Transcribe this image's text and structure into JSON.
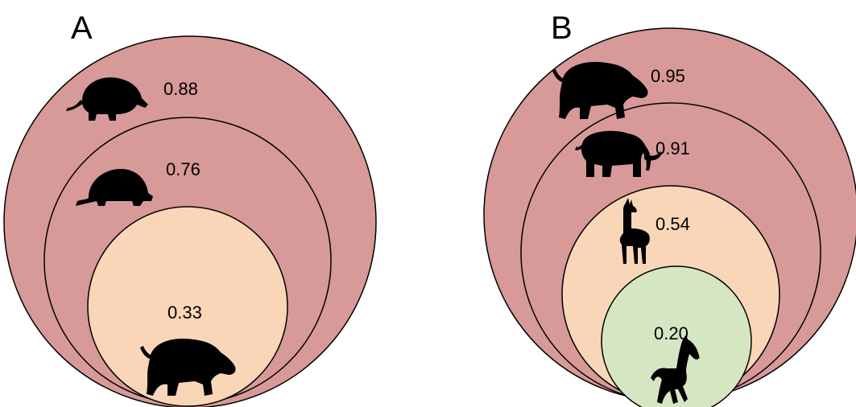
{
  "colors": {
    "outer": "#d79a99",
    "middle": "#fad6b8",
    "inner": "#d5e6c3",
    "stroke": "#000000"
  },
  "panel_a": {
    "label": "A",
    "circles": [
      {
        "value": "0.88",
        "animal": "armadillo-icon"
      },
      {
        "value": "0.76",
        "animal": "glyptodont-icon"
      },
      {
        "value": "0.33",
        "animal": "toxodon-icon"
      }
    ]
  },
  "panel_b": {
    "label": "B",
    "circles": [
      {
        "value": "0.95",
        "animal": "toxodon-icon"
      },
      {
        "value": "0.91",
        "animal": "mastodon-icon"
      },
      {
        "value": "0.54",
        "animal": "llama-icon"
      },
      {
        "value": "0.20",
        "animal": "horse-icon"
      }
    ]
  }
}
